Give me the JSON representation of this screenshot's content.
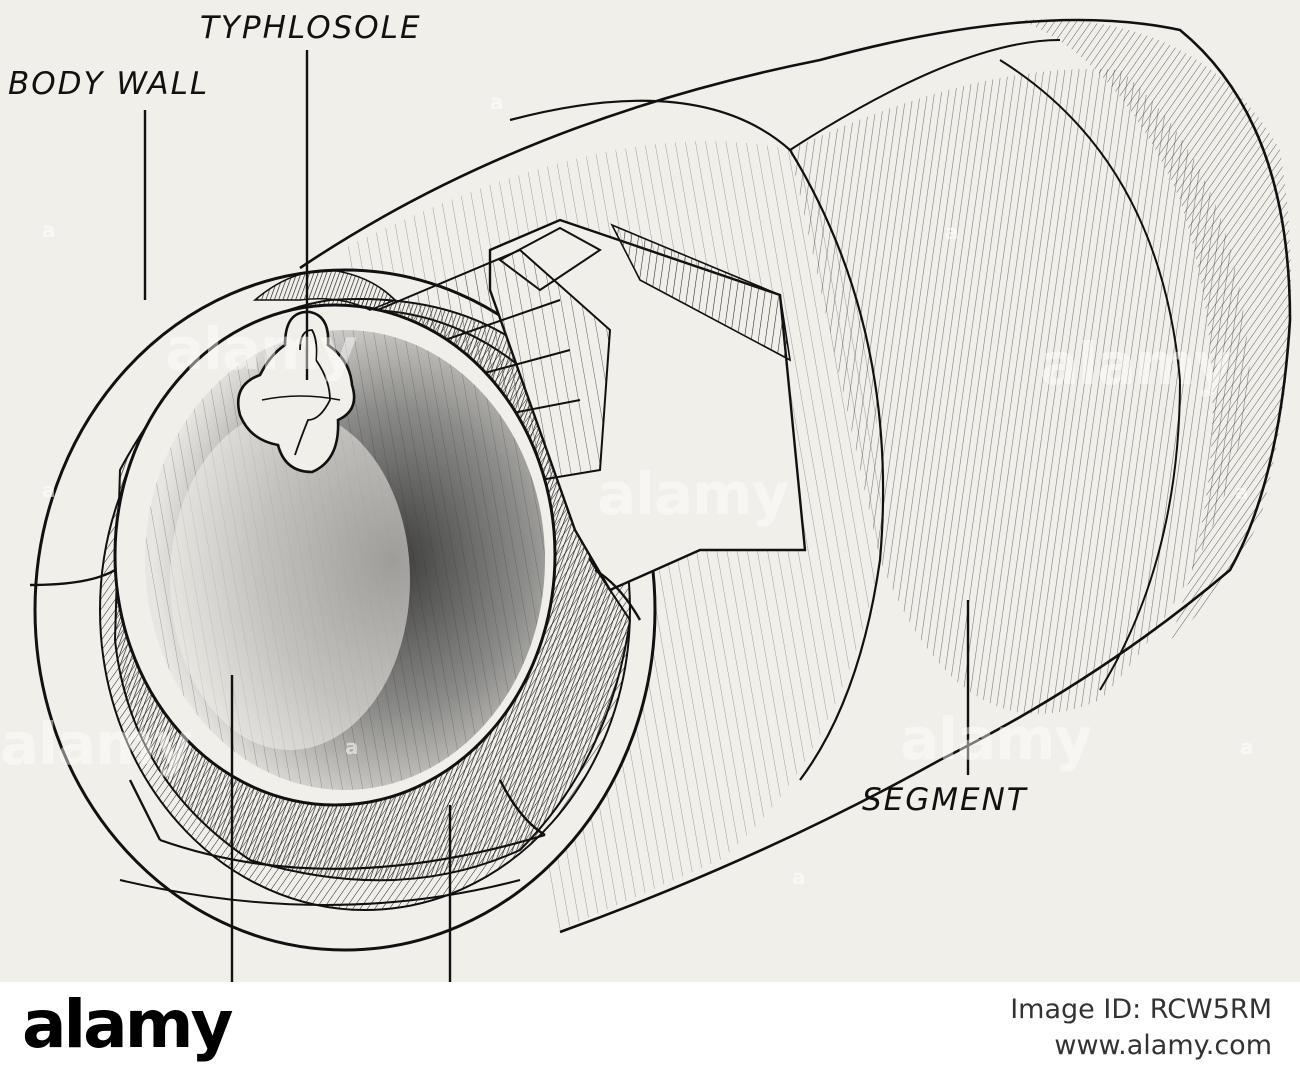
{
  "figure": {
    "labels": {
      "typhlosole": "TYPHLOSOLE",
      "body_wall": "BODY WALL",
      "segment": "SEGMENT"
    },
    "watermark_text": "alamy",
    "watermark_mark": "a"
  },
  "footer": {
    "logo": "alamy",
    "image_id": "Image ID: RCW5RM",
    "url": "www.alamy.com"
  },
  "colors": {
    "paper": "#f1efea",
    "ink": "#111111",
    "footer_bg": "#ffffff"
  }
}
